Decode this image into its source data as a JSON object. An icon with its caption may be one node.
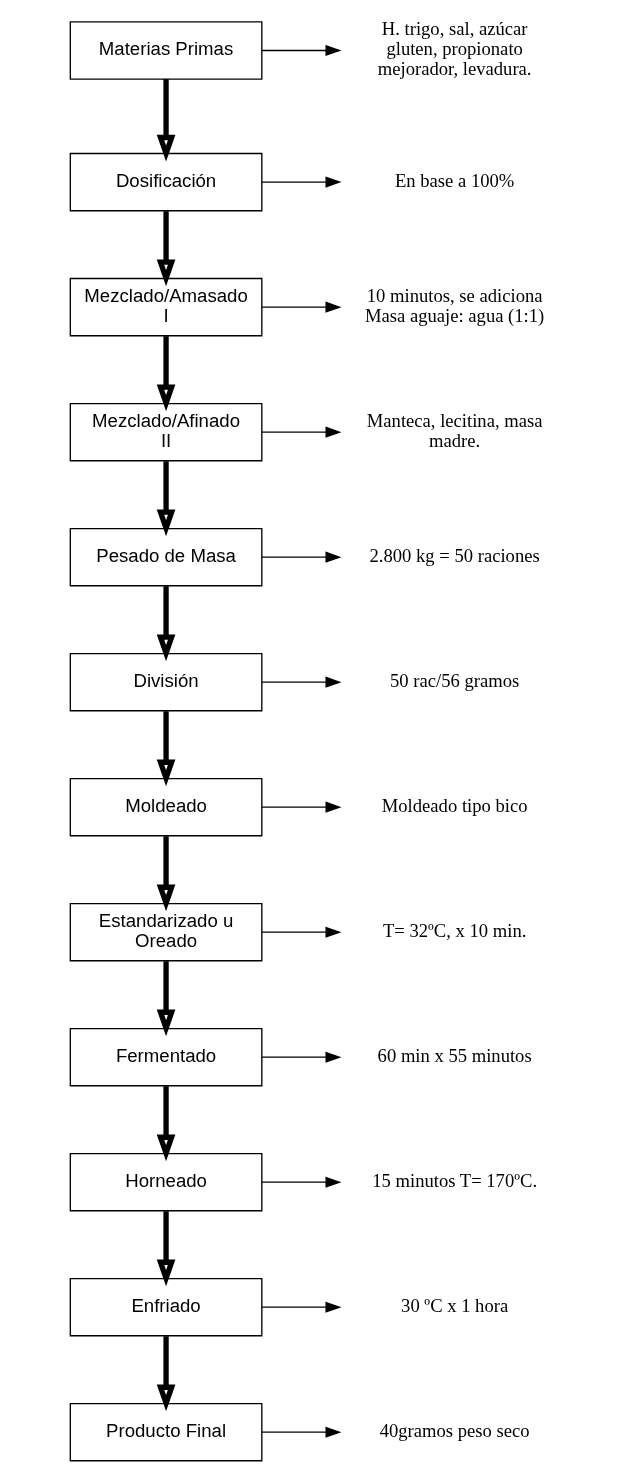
{
  "diagram": {
    "nodes": [
      {
        "text": [
          "Materias Primas"
        ]
      },
      {
        "text": [
          "H. trigo, sal, azúcar gluten, propionato mejorador, levadura."
        ]
      },
      {
        "text": [
          "Dosificación"
        ]
      },
      {
        "text": [
          "En base a 100%"
        ]
      },
      {
        "text": [
          "Mezclado/Amasado I"
        ]
      },
      {
        "text": [
          "10 minutos, se adiciona Masa aguaje: agua (1:1)"
        ]
      },
      {
        "text": [
          "Mezclado/Afinado II"
        ]
      },
      {
        "text": [
          "Manteca, lecitina, masa madre."
        ]
      },
      {
        "text": [
          "Pesado de Masa"
        ]
      },
      {
        "text": [
          "2.800 kg = 50 raciones"
        ]
      },
      {
        "text": [
          "División"
        ]
      },
      {
        "text": [
          "50 rac/56 gramos"
        ]
      },
      {
        "text": [
          "Moldeado"
        ]
      },
      {
        "text": [
          "Moldeado tipo bico"
        ]
      },
      {
        "text": [
          "Estandarizado u Oreado"
        ]
      },
      {
        "text": [
          "T= 32ºC, x 10 min."
        ]
      },
      {
        "text": [
          "Fermentado"
        ]
      },
      {
        "text": [
          "60 min x 55 minutos"
        ]
      },
      {
        "text": [
          "Horneado"
        ]
      },
      {
        "text": [
          "15 minutos T= 170ºC."
        ]
      },
      {
        "text": [
          "Enfriado"
        ]
      },
      {
        "text": [
          "30 ºC x 1 hora"
        ]
      },
      {
        "text": [
          "Producto Final"
        ]
      },
      {
        "text": [
          "40gramos peso seco"
        ]
      }
    ],
    "edges": [
      {
        "from": 0,
        "to": 1,
        "arrow": "to"
      },
      {
        "from": 0,
        "to": 2,
        "arrow": "to",
        "style": "thick"
      },
      {
        "from": 2,
        "to": 3,
        "arrow": "to"
      },
      {
        "from": 2,
        "to": 4,
        "arrow": "to",
        "style": "thick"
      },
      {
        "from": 4,
        "to": 5,
        "arrow": "to"
      },
      {
        "from": 4,
        "to": 6,
        "arrow": "to",
        "style": "thick"
      },
      {
        "from": 6,
        "to": 7,
        "arrow": "to"
      },
      {
        "from": 6,
        "to": 8,
        "arrow": "to",
        "style": "thick"
      },
      {
        "from": 8,
        "to": 9,
        "arrow": "to"
      },
      {
        "from": 8,
        "to": 10,
        "arrow": "to",
        "style": "thick"
      },
      {
        "from": 10,
        "to": 11,
        "arrow": "to"
      },
      {
        "from": 10,
        "to": 12,
        "arrow": "to",
        "style": "thick"
      },
      {
        "from": 12,
        "to": 13,
        "arrow": "to"
      },
      {
        "from": 12,
        "to": 14,
        "arrow": "to",
        "style": "thick"
      },
      {
        "from": 14,
        "to": 15,
        "arrow": "to"
      },
      {
        "from": 14,
        "to": 16,
        "arrow": "to",
        "style": "thick"
      },
      {
        "from": 16,
        "to": 17,
        "arrow": "to"
      },
      {
        "from": 16,
        "to": 18,
        "arrow": "to",
        "style": "thick"
      },
      {
        "from": 18,
        "to": 19,
        "arrow": "to"
      },
      {
        "from": 18,
        "to": 20,
        "arrow": "to",
        "style": "thick"
      },
      {
        "from": 20,
        "to": 21,
        "arrow": "to"
      },
      {
        "from": 20,
        "to": 22,
        "arrow": "to",
        "style": "thick"
      },
      {
        "from": 22,
        "to": 23,
        "arrow": "to"
      }
    ]
  }
}
